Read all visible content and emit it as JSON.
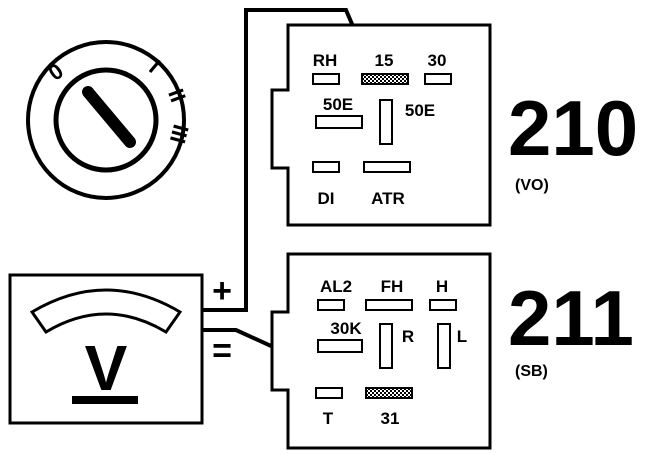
{
  "ignition_switch": {
    "positions": [
      "0",
      "I",
      "II",
      "III"
    ]
  },
  "voltmeter": {
    "symbol": "V",
    "plus": "+",
    "minus": "="
  },
  "relay_210": {
    "number": "210",
    "code": "(VO)",
    "pins": {
      "rh": "RH",
      "p15": "15",
      "p30": "30",
      "p50e_left": "50E",
      "p50e_right": "50E",
      "di": "DI",
      "atr": "ATR"
    }
  },
  "relay_211": {
    "number": "211",
    "code": "(SB)",
    "pins": {
      "al2": "AL2",
      "fh": "FH",
      "h": "H",
      "k30": "30K",
      "r": "R",
      "l": "L",
      "t": "T",
      "p31": "31"
    }
  }
}
